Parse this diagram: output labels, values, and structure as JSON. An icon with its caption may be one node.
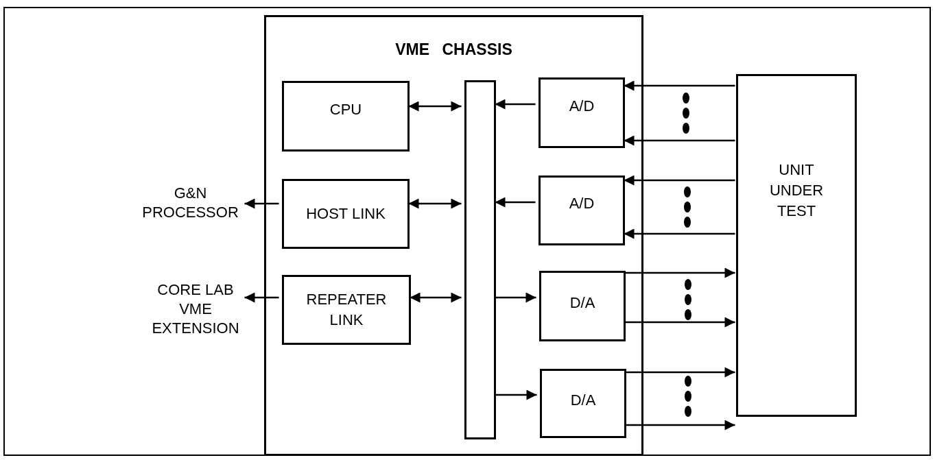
{
  "diagram": {
    "nodes": [
      {
        "text": [
          "VME CHASSIS"
        ]
      },
      {
        "text": [
          "CPU"
        ],
        "in": 0
      },
      {
        "text": [
          "HOST LINK"
        ],
        "in": 0
      },
      {
        "text": [
          "REPEATER LINK"
        ],
        "in": 0
      },
      {
        "text": [],
        "shape": "bar",
        "in": 0
      },
      {
        "text": [
          "A/D"
        ],
        "in": 0
      },
      {
        "text": [
          "A/D"
        ],
        "in": 0
      },
      {
        "text": [
          "D/A"
        ],
        "in": 0
      },
      {
        "text": [
          "D/A"
        ],
        "in": 0
      },
      {
        "text": [
          "UNIT UNDER TEST"
        ]
      },
      {
        "text": [
          "G&N PROCESSOR"
        ]
      },
      {
        "text": [
          "CORE LAB VME EXTENSION"
        ]
      }
    ],
    "edges": [
      {
        "from": 1,
        "to": 4,
        "arrow": "both"
      },
      {
        "from": 2,
        "to": 4,
        "arrow": "both"
      },
      {
        "from": 3,
        "to": 4,
        "arrow": "both"
      },
      {
        "from": 5,
        "to": 4,
        "arrow": "to"
      },
      {
        "from": 6,
        "to": 4,
        "arrow": "to"
      },
      {
        "from": 4,
        "to": 7,
        "arrow": "to"
      },
      {
        "from": 4,
        "to": 8,
        "arrow": "to"
      },
      {
        "from": 9,
        "to": 5,
        "arrow": "to"
      },
      {
        "from": 9,
        "to": 5,
        "arrow": "to"
      },
      {
        "from": 9,
        "to": 6,
        "arrow": "to"
      },
      {
        "from": 9,
        "to": 6,
        "arrow": "to"
      },
      {
        "from": 7,
        "to": 9,
        "arrow": "to"
      },
      {
        "from": 7,
        "to": 9,
        "arrow": "to"
      },
      {
        "from": 8,
        "to": 9,
        "arrow": "to"
      },
      {
        "from": 8,
        "to": 9,
        "arrow": "to"
      },
      {
        "from": 2,
        "to": 10,
        "arrow": "to"
      },
      {
        "from": 3,
        "to": 11,
        "arrow": "to"
      }
    ]
  }
}
